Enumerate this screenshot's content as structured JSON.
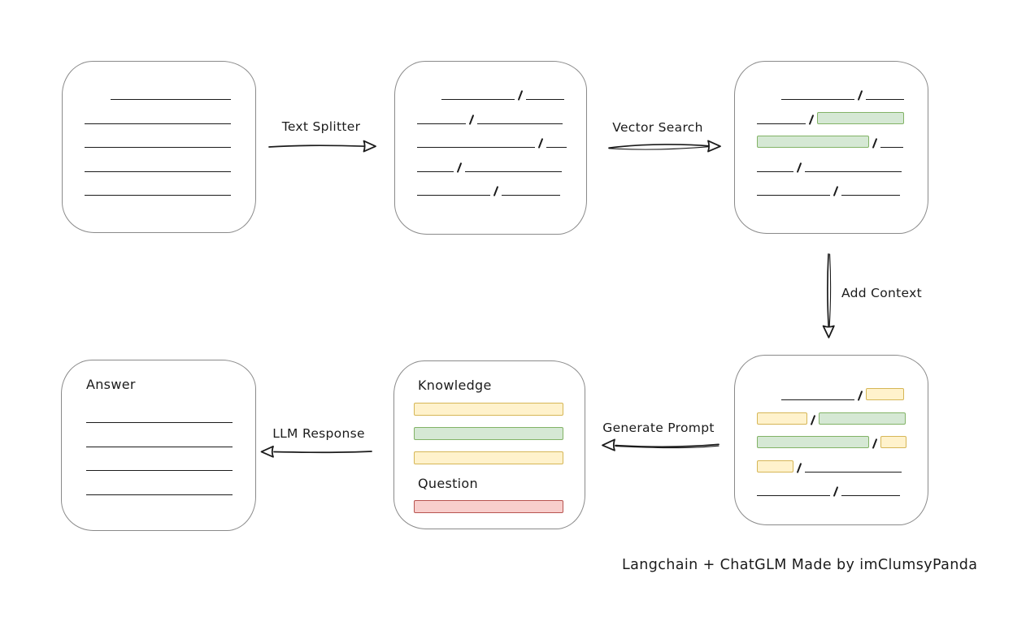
{
  "caption": "Langchain + ChatGLM Made by imClumsyPanda",
  "colors": {
    "ink": "#1b1b1b",
    "box_stroke": "#8a8a8a",
    "green_fill": "#d5e8d4",
    "green_stroke": "#82b366",
    "yellow_fill": "#fff2cc",
    "yellow_stroke": "#d6b656",
    "red_fill": "#f8cecc",
    "red_stroke": "#b85450"
  },
  "arrow_labels": {
    "text_splitter": "Text Splitter",
    "vector_search": "Vector Search",
    "add_context": "Add Context",
    "generate_prompt": "Generate Prompt",
    "llm_response": "LLM Response"
  },
  "boxes": {
    "source_document": {
      "lines": [
        [
          {
            "t": "gap",
            "w": 32
          },
          {
            "t": "line",
            "w": 148
          }
        ],
        [
          {
            "t": "line",
            "w": 180
          }
        ],
        [
          {
            "t": "line",
            "w": 180
          }
        ],
        [
          {
            "t": "line",
            "w": 180
          }
        ],
        [
          {
            "t": "line",
            "w": 180
          }
        ]
      ]
    },
    "split_text": {
      "lines": [
        [
          {
            "t": "gap",
            "w": 30
          },
          {
            "t": "line",
            "w": 90
          },
          {
            "t": "slash"
          },
          {
            "t": "line",
            "w": 47
          }
        ],
        [
          {
            "t": "line",
            "w": 60
          },
          {
            "t": "slash"
          },
          {
            "t": "line",
            "w": 105
          }
        ],
        [
          {
            "t": "line",
            "w": 145
          },
          {
            "t": "slash"
          },
          {
            "t": "line",
            "w": 25
          }
        ],
        [
          {
            "t": "line",
            "w": 45
          },
          {
            "t": "slash"
          },
          {
            "t": "line",
            "w": 119
          }
        ],
        [
          {
            "t": "line",
            "w": 90
          },
          {
            "t": "slash"
          },
          {
            "t": "line",
            "w": 72
          }
        ]
      ]
    },
    "matched_chunks": {
      "lines": [
        [
          {
            "t": "gap",
            "w": 30
          },
          {
            "t": "line",
            "w": 90
          },
          {
            "t": "slash"
          },
          {
            "t": "line",
            "w": 47
          }
        ],
        [
          {
            "t": "line",
            "w": 60
          },
          {
            "t": "slash"
          },
          {
            "t": "green",
            "w": 107
          }
        ],
        [
          {
            "t": "green",
            "w": 138
          },
          {
            "t": "slash"
          },
          {
            "t": "line",
            "w": 28
          }
        ],
        [
          {
            "t": "line",
            "w": 45
          },
          {
            "t": "slash"
          },
          {
            "t": "line",
            "w": 119
          }
        ],
        [
          {
            "t": "line",
            "w": 90
          },
          {
            "t": "slash"
          },
          {
            "t": "line",
            "w": 72
          }
        ]
      ]
    },
    "context_chunks": {
      "lines": [
        [
          {
            "t": "gap",
            "w": 30
          },
          {
            "t": "line",
            "w": 90
          },
          {
            "t": "slash"
          },
          {
            "t": "yellow",
            "w": 47
          }
        ],
        [
          {
            "t": "yellow",
            "w": 62
          },
          {
            "t": "slash"
          },
          {
            "t": "green",
            "w": 107
          }
        ],
        [
          {
            "t": "green",
            "w": 138
          },
          {
            "t": "slash"
          },
          {
            "t": "yellow",
            "w": 32
          }
        ],
        [
          {
            "t": "yellow",
            "w": 45
          },
          {
            "t": "slash"
          },
          {
            "t": "line",
            "w": 119
          }
        ],
        [
          {
            "t": "line",
            "w": 90
          },
          {
            "t": "slash"
          },
          {
            "t": "line",
            "w": 72
          }
        ]
      ]
    },
    "prompt": {
      "knowledge_title": "Knowledge",
      "question_title": "Question",
      "knowledge_bars": [
        {
          "c": "yellow"
        },
        {
          "c": "green"
        },
        {
          "c": "yellow"
        }
      ],
      "question_bars": [
        {
          "c": "red"
        }
      ]
    },
    "answer": {
      "title": "Answer",
      "lines": [
        [
          {
            "t": "line",
            "w": 180
          }
        ],
        [
          {
            "t": "line",
            "w": 180
          }
        ],
        [
          {
            "t": "line",
            "w": 180
          }
        ],
        [
          {
            "t": "line",
            "w": 180
          }
        ]
      ]
    }
  }
}
